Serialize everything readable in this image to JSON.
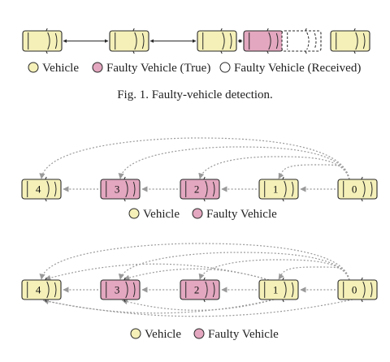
{
  "colors": {
    "vehicle": "#f4f0b8",
    "faulty": "#e3a7bf",
    "faulty_received": "#ffffff",
    "stroke": "#2a2a2a",
    "arrow": "#9a9a9a",
    "caption": "#222222"
  },
  "fig1": {
    "caption": "Fig. 1.  Faulty-vehicle detection.",
    "legend": [
      {
        "label": "Vehicle",
        "kind": "vehicle"
      },
      {
        "label": "Faulty Vehicle (True)",
        "kind": "faulty"
      },
      {
        "label": "Faulty Vehicle (Received)",
        "kind": "faulty_received"
      }
    ]
  },
  "fig2": {
    "legend": [
      {
        "label": "Vehicle",
        "kind": "vehicle"
      },
      {
        "label": "Faulty Vehicle",
        "kind": "faulty"
      }
    ],
    "diagram_a": {
      "cars": [
        {
          "num": "4",
          "kind": "vehicle"
        },
        {
          "num": "3",
          "kind": "faulty"
        },
        {
          "num": "2",
          "kind": "faulty"
        },
        {
          "num": "1",
          "kind": "vehicle"
        },
        {
          "num": "0",
          "kind": "vehicle"
        }
      ]
    },
    "diagram_b": {
      "cars": [
        {
          "num": "4",
          "kind": "vehicle"
        },
        {
          "num": "3",
          "kind": "faulty"
        },
        {
          "num": "2",
          "kind": "faulty"
        },
        {
          "num": "1",
          "kind": "vehicle"
        },
        {
          "num": "0",
          "kind": "vehicle"
        }
      ]
    }
  }
}
